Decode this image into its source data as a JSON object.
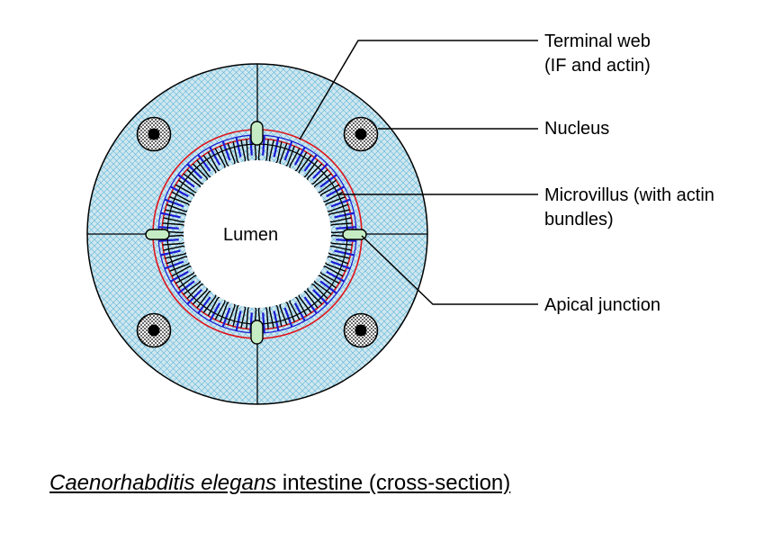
{
  "labels": {
    "terminal_web": "Terminal web",
    "terminal_web_sub": "(IF and actin)",
    "nucleus": "Nucleus",
    "microvillus": "Microvillus (with actin",
    "microvillus_sub": "bundles)",
    "apical_junction": "Apical junction",
    "lumen": "Lumen"
  },
  "caption": {
    "species": "Caenorhabditis elegans",
    "rest": " intestine (cross-section)"
  },
  "colors": {
    "cytoplasm_fill": "#cfe7ef",
    "hatch": "#5bb4d8",
    "terminal_web_red": "#e0141a",
    "microvillus_blue": "#1a1ad2",
    "junction_fill": "#c6ecc4"
  },
  "icons": {
    "nucleus": "stippled-nucleus-icon",
    "junction": "apical-junction-capsule-icon"
  }
}
